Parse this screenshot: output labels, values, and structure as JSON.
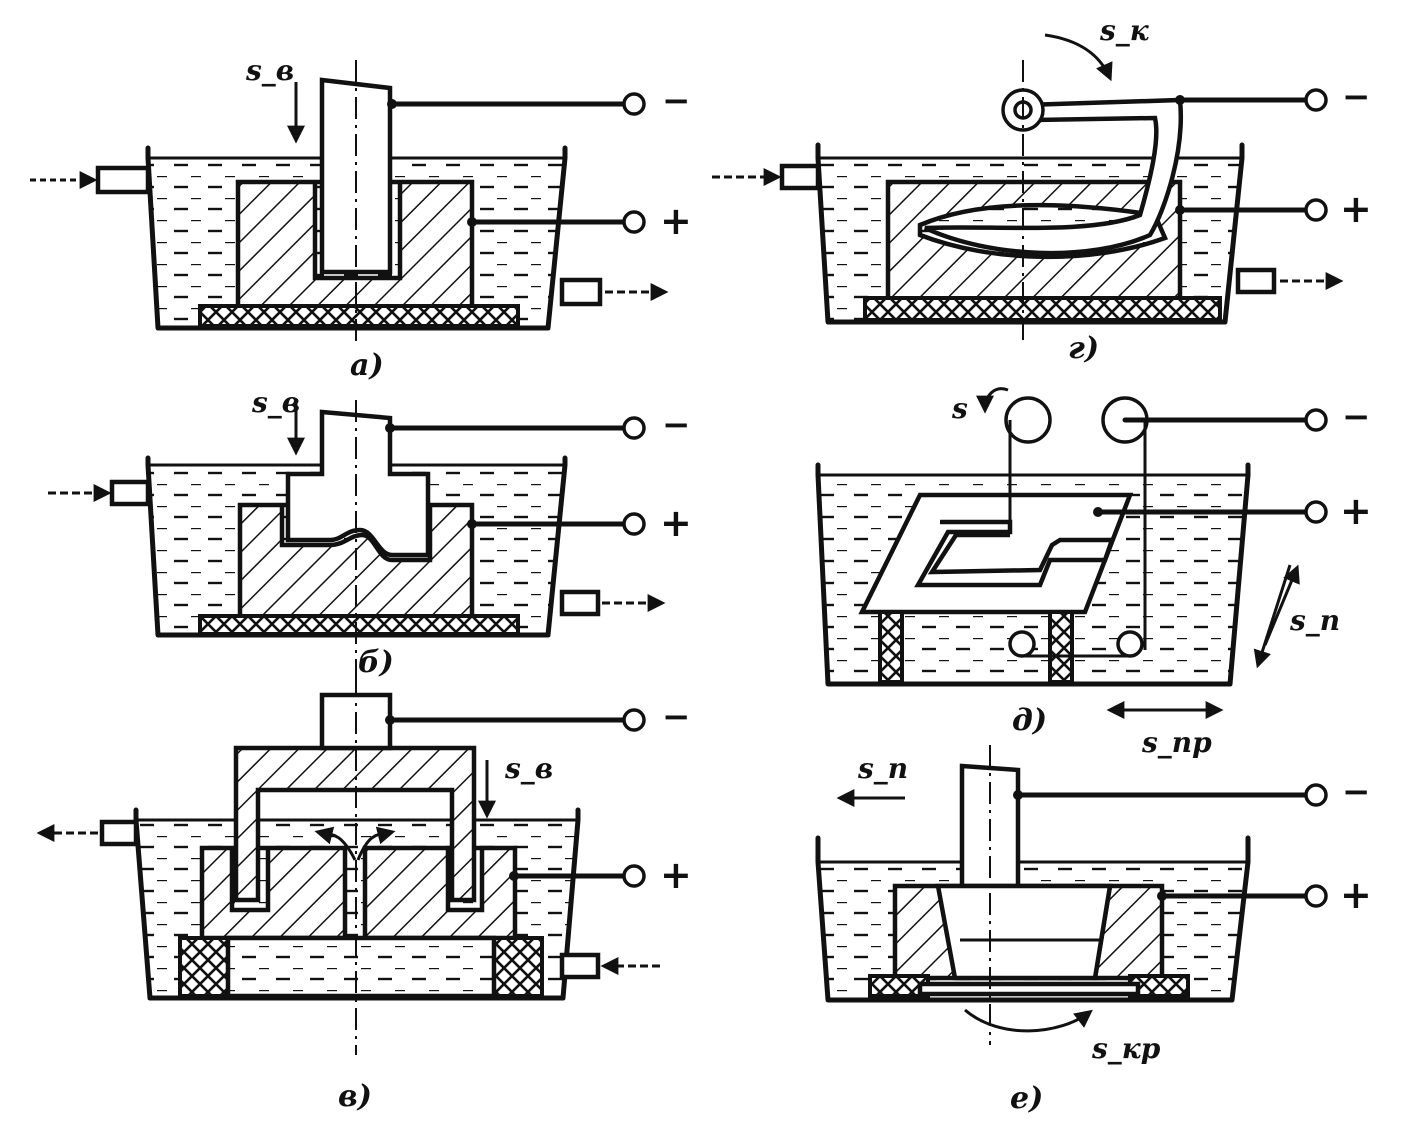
{
  "panels": [
    {
      "id": "a",
      "caption": "а)",
      "feed_label": "s_в",
      "minus": "−",
      "plus": "+"
    },
    {
      "id": "b",
      "caption": "б)",
      "feed_label": "s_в",
      "minus": "−",
      "plus": "+"
    },
    {
      "id": "v",
      "caption": "в)",
      "feed_label": "s_в",
      "minus": "−",
      "plus": "+"
    },
    {
      "id": "g",
      "caption": "г)",
      "feed_label": "s_к",
      "minus": "−",
      "plus": "+"
    },
    {
      "id": "d",
      "caption": "д)",
      "feed_label": "s",
      "feed_label_2": "s_п",
      "feed_label_3": "s_пр",
      "minus": "−",
      "plus": "+"
    },
    {
      "id": "e",
      "caption": "е)",
      "feed_label": "s_п",
      "feed_label_2": "s_кр",
      "minus": "−",
      "plus": "+"
    }
  ]
}
